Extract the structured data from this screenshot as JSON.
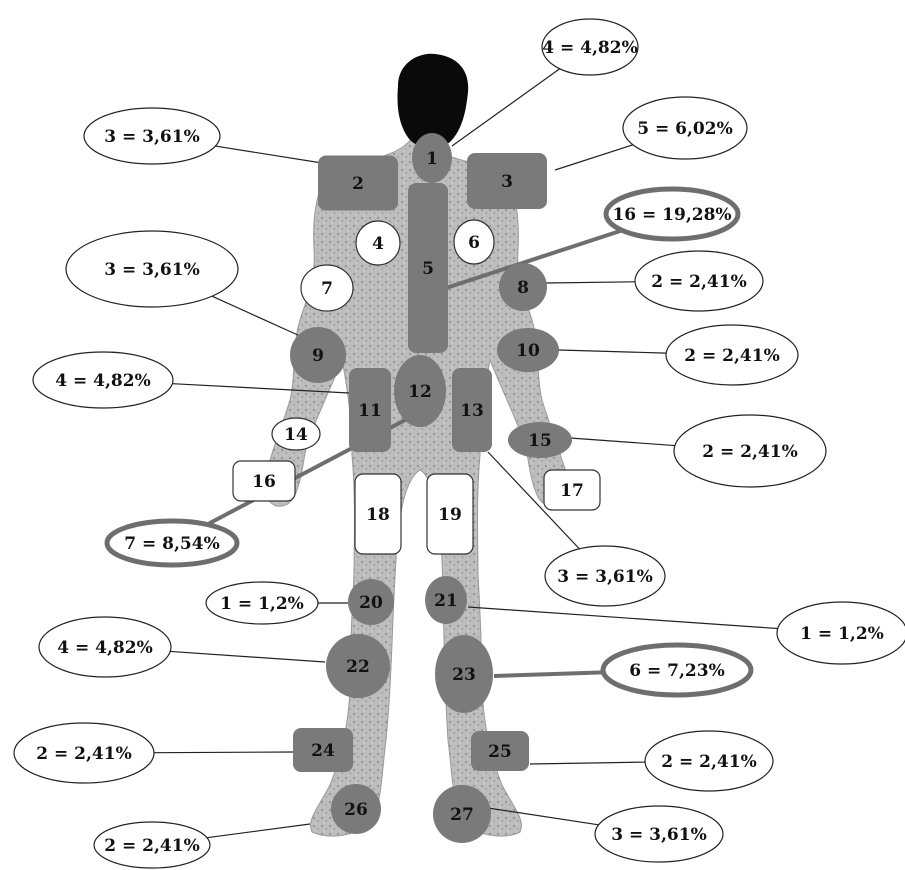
{
  "diagram": {
    "regions": [
      {
        "id": "1",
        "shape": "circle",
        "fill": "gray"
      },
      {
        "id": "2",
        "shape": "rect",
        "fill": "gray"
      },
      {
        "id": "3",
        "shape": "rect",
        "fill": "gray"
      },
      {
        "id": "4",
        "shape": "ellipse",
        "fill": "white"
      },
      {
        "id": "5",
        "shape": "rect",
        "fill": "gray"
      },
      {
        "id": "6",
        "shape": "ellipse",
        "fill": "white"
      },
      {
        "id": "7",
        "shape": "ellipse",
        "fill": "white"
      },
      {
        "id": "8",
        "shape": "circle",
        "fill": "gray"
      },
      {
        "id": "9",
        "shape": "circle",
        "fill": "gray"
      },
      {
        "id": "10",
        "shape": "ellipse",
        "fill": "gray"
      },
      {
        "id": "11",
        "shape": "rect",
        "fill": "gray"
      },
      {
        "id": "12",
        "shape": "ellipse",
        "fill": "gray"
      },
      {
        "id": "13",
        "shape": "rect",
        "fill": "gray"
      },
      {
        "id": "14",
        "shape": "ellipse",
        "fill": "white"
      },
      {
        "id": "15",
        "shape": "ellipse",
        "fill": "gray"
      },
      {
        "id": "16",
        "shape": "rect",
        "fill": "white"
      },
      {
        "id": "17",
        "shape": "rect",
        "fill": "white"
      },
      {
        "id": "18",
        "shape": "rect",
        "fill": "white"
      },
      {
        "id": "19",
        "shape": "rect",
        "fill": "white"
      },
      {
        "id": "20",
        "shape": "circle",
        "fill": "gray"
      },
      {
        "id": "21",
        "shape": "ellipse",
        "fill": "gray"
      },
      {
        "id": "22",
        "shape": "circle",
        "fill": "gray"
      },
      {
        "id": "23",
        "shape": "ellipse",
        "fill": "gray"
      },
      {
        "id": "24",
        "shape": "rect",
        "fill": "gray"
      },
      {
        "id": "25",
        "shape": "rect",
        "fill": "gray"
      },
      {
        "id": "26",
        "shape": "circle",
        "fill": "gray"
      },
      {
        "id": "27",
        "shape": "circle",
        "fill": "gray"
      }
    ],
    "callouts": [
      {
        "text": "4 = 4,82%",
        "region": "1",
        "emphasis": false
      },
      {
        "text": "3 = 3,61%",
        "region": "2",
        "emphasis": false
      },
      {
        "text": "5 = 6,02%",
        "region": "3",
        "emphasis": false
      },
      {
        "text": "16 = 19,28%",
        "region": "5",
        "emphasis": true
      },
      {
        "text": "3 = 3,61%",
        "region": "9",
        "emphasis": false
      },
      {
        "text": "2 = 2,41%",
        "region": "8",
        "emphasis": false
      },
      {
        "text": "2 = 2,41%",
        "region": "10",
        "emphasis": false
      },
      {
        "text": "4 = 4,82%",
        "region": "11",
        "emphasis": false
      },
      {
        "text": "2 = 2,41%",
        "region": "15",
        "emphasis": false
      },
      {
        "text": "7 = 8,54%",
        "region": "12",
        "emphasis": true
      },
      {
        "text": "3 = 3,61%",
        "region": "13",
        "emphasis": false
      },
      {
        "text": "1 = 1,2%",
        "region": "20",
        "emphasis": false
      },
      {
        "text": "1 = 1,2%",
        "region": "21",
        "emphasis": false
      },
      {
        "text": "4 = 4,82%",
        "region": "22",
        "emphasis": false
      },
      {
        "text": "6 = 7,23%",
        "region": "23",
        "emphasis": true
      },
      {
        "text": "2 = 2,41%",
        "region": "24",
        "emphasis": false
      },
      {
        "text": "2 = 2,41%",
        "region": "25",
        "emphasis": false
      },
      {
        "text": "2 = 2,41%",
        "region": "26",
        "emphasis": false
      },
      {
        "text": "3 = 3,61%",
        "region": "27",
        "emphasis": false
      }
    ],
    "colors": {
      "region_gray": "#7a7a7a",
      "region_white": "#ffffff",
      "body_fill": "#b4b4b4",
      "head_fill": "#0a0a0a",
      "outline": "#333333",
      "emphasis_ring": "#6e6e6e"
    }
  }
}
